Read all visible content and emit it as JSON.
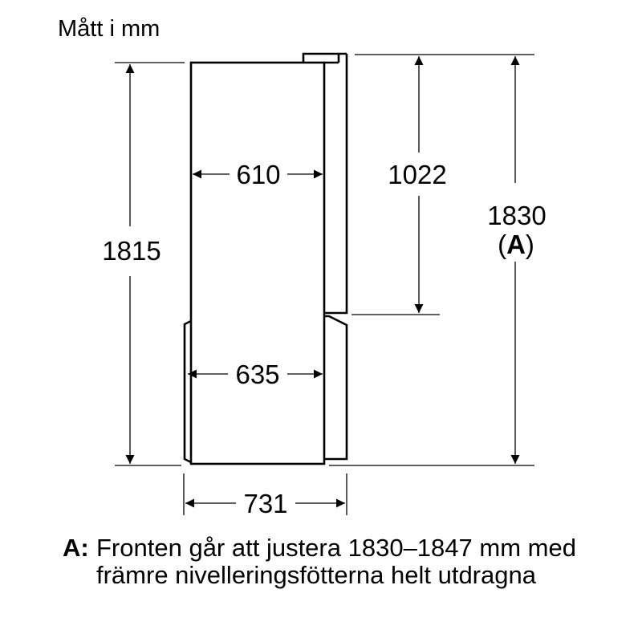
{
  "title": "Mått i mm",
  "dimensions": {
    "width_upper": "610",
    "width_lower": "635",
    "width_total": "731",
    "height_body": "1815",
    "height_upper_door": "1022",
    "height_total": "1830",
    "height_total_note_ref": "A"
  },
  "footnote": {
    "key": "A:",
    "text": "Fronten går att justera 1830–1847 mm med främre nivelleringsfötterna helt utdragna"
  },
  "colors": {
    "line": "#000000",
    "background": "#ffffff"
  }
}
